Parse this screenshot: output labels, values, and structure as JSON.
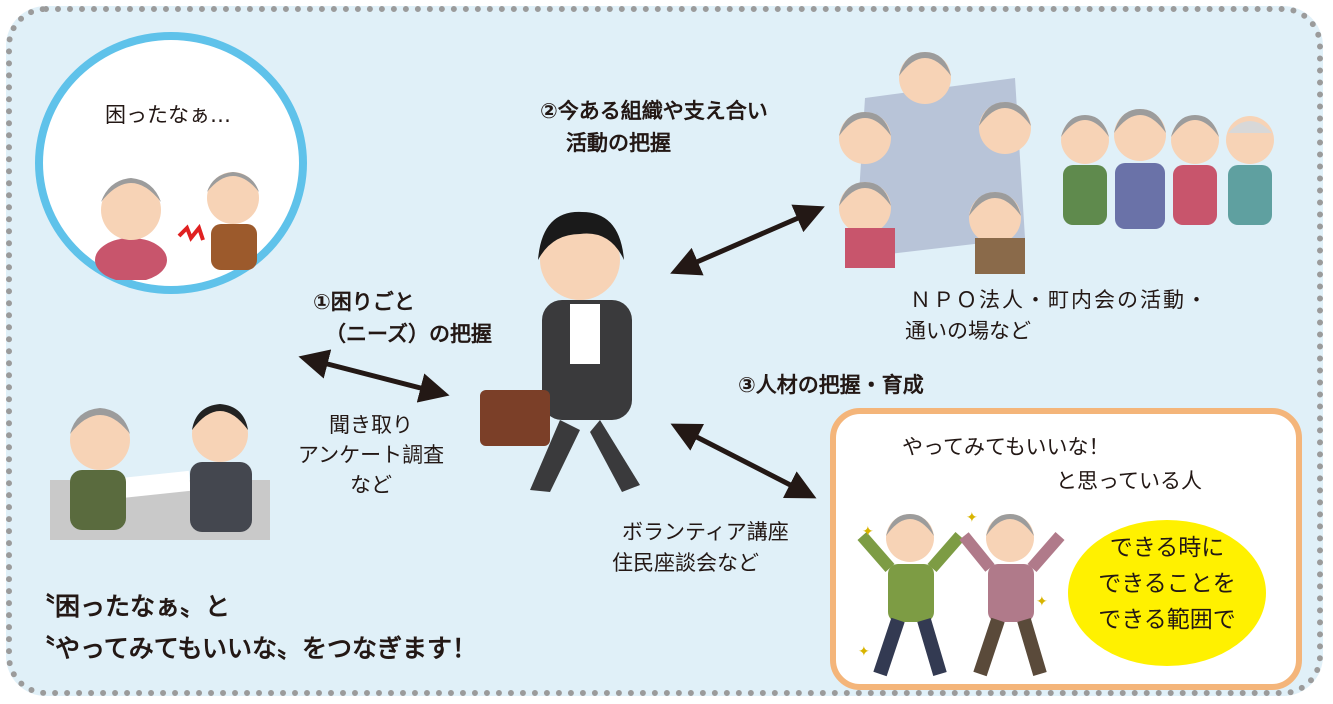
{
  "colors": {
    "panel_bg": "#e0f0f8",
    "panel_border": "#9b9b9b",
    "bubble_border": "#5fc2ea",
    "box_border": "#f4b57a",
    "highlight": "#fff100",
    "arrow": "#231815"
  },
  "worried": {
    "text": "困ったなぁ…"
  },
  "step1": {
    "line1": "①困りごと",
    "line2": "（ニーズ）の把握"
  },
  "step1_method": {
    "line1": "聞き取り",
    "line2": "アンケート調査",
    "line3": "など"
  },
  "step2": {
    "line1": "②今ある組織や支え合い",
    "line2": "活動の把握"
  },
  "step2_note": {
    "line1": "ＮＰＯ法人・町内会の活動・",
    "line2": "通いの場など"
  },
  "step3": {
    "title": "③人材の把握・育成"
  },
  "step3_method": {
    "line1": "ボランティア講座",
    "line2": "住民座談会など"
  },
  "willing": {
    "line1": "やってみてもいいな！",
    "line2": "と思っている人"
  },
  "can_do": {
    "line1": "できる時に",
    "line2": "できることを",
    "line3": "できる範囲で"
  },
  "slogan": {
    "line1": "〝困ったなぁ〟と",
    "line2": "〝やってみてもいいな〟をつなぎます！"
  },
  "icons": [
    "worried-elderly-icon",
    "coordinator-woman-icon",
    "interview-icon",
    "meeting-group-icon",
    "elderly-group-icon",
    "cheerful-elderly-icon",
    "double-arrow-icon"
  ]
}
